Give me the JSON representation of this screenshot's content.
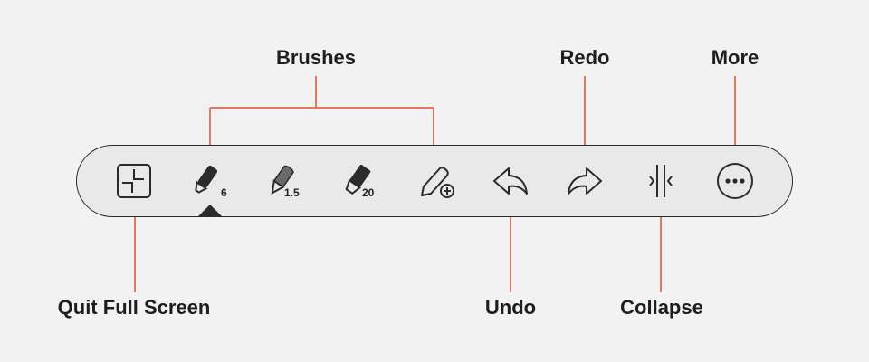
{
  "colors": {
    "callout_line": "#e07a5a",
    "icon": "#2b2b2b",
    "toolbar_bg": "#e9e9e9",
    "page_bg": "#f2f2f2"
  },
  "callouts": {
    "brushes": "Brushes",
    "redo": "Redo",
    "more": "More",
    "quit_full_screen": "Quit Full Screen",
    "undo": "Undo",
    "collapse": "Collapse"
  },
  "toolbar": {
    "tools": [
      {
        "id": "quit-full-screen",
        "icon": "exit-fullscreen-icon"
      },
      {
        "id": "brush-pen",
        "icon": "marker-pen-icon",
        "size": "6",
        "active": true
      },
      {
        "id": "brush-fountain",
        "icon": "fountain-pen-icon",
        "size": "1.5"
      },
      {
        "id": "brush-highlighter",
        "icon": "highlighter-icon",
        "size": "20"
      },
      {
        "id": "add-brush",
        "icon": "pencil-add-icon"
      },
      {
        "id": "undo",
        "icon": "undo-icon"
      },
      {
        "id": "redo",
        "icon": "redo-icon"
      },
      {
        "id": "collapse",
        "icon": "collapse-icon"
      },
      {
        "id": "more",
        "icon": "more-dots-icon"
      }
    ]
  }
}
